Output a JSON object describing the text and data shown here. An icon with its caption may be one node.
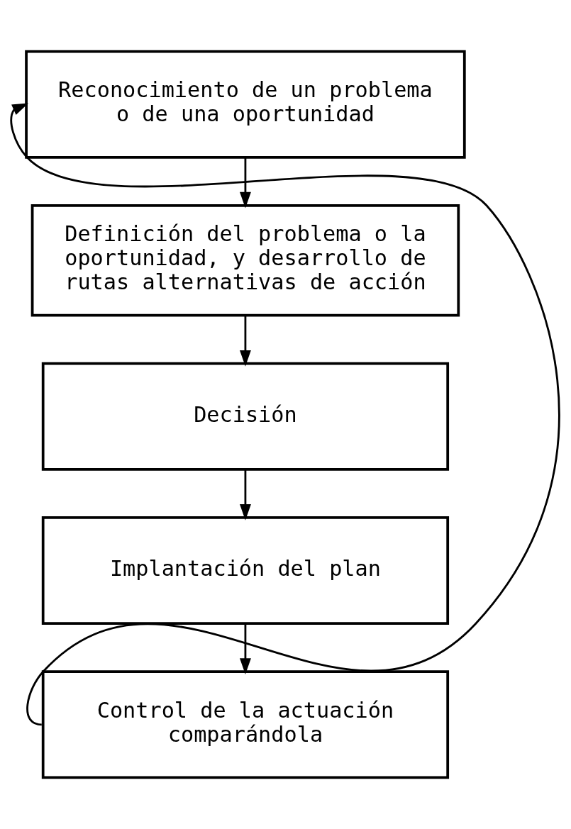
{
  "diagram": {
    "nodes": [
      {
        "text": [
          "Reconocimiento de un problema o de una oportunidad"
        ]
      },
      {
        "text": [
          "Definición del problema o la oportunidad, y desarrollo de rutas alternativas de acción"
        ]
      },
      {
        "text": [
          "Decisión"
        ]
      },
      {
        "text": [
          "Implantación del plan"
        ]
      },
      {
        "text": [
          "Control de la actuación comparándola"
        ]
      }
    ],
    "edges": [
      {
        "from": 0,
        "to": 1,
        "arrow": "to"
      },
      {
        "from": 1,
        "to": 2,
        "arrow": "to"
      },
      {
        "from": 2,
        "to": 3,
        "arrow": "to"
      },
      {
        "from": 3,
        "to": 4,
        "arrow": "to"
      },
      {
        "from": 4,
        "to": 0,
        "arrow": "to"
      }
    ]
  }
}
